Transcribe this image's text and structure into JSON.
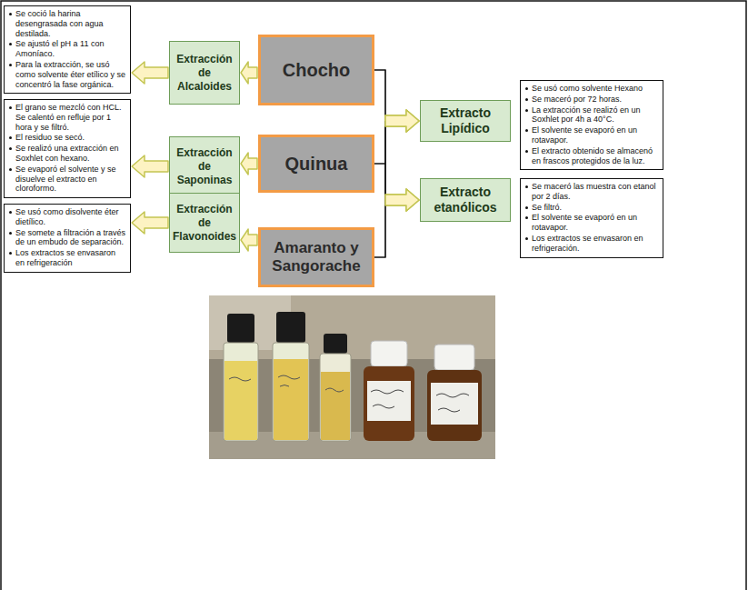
{
  "diagram": {
    "nodes": [
      {
        "text": [
          "Se coció la harina desengrasada con agua destilada.",
          "Se ajustó el pH a 11 con Amoníaco.",
          "Para la extracción, se usó como solvente éter etílico y se concentró la fase orgánica."
        ]
      },
      {
        "text": [
          "Extracción de Alcaloides"
        ]
      },
      {
        "text": [
          "Chocho"
        ]
      },
      {
        "text": [
          "El grano se mezcló con HCL. Se calentó en refluje por 1 hora y se filtró.",
          "El residuo se secó.",
          "Se realizó una extracción en Soxhlet con hexano.",
          "Se evaporó el solvente y se disuelve el extracto en cloroformo."
        ]
      },
      {
        "text": [
          "Extracción de Saponinas"
        ]
      },
      {
        "text": [
          "Quinua"
        ]
      },
      {
        "text": [
          "Se usó como disolvente éter dietílico.",
          "Se somete a filtración a través de un embudo de separación.",
          "Los extractos se envasaron en refrigeración"
        ]
      },
      {
        "text": [
          "Extracción de Flavonoides"
        ]
      },
      {
        "text": [
          "Amaranto y Sangorache"
        ]
      },
      {
        "text": [
          "Extracto Lipídico"
        ]
      },
      {
        "text": [
          "Se usó como solvente Hexano",
          "Se maceró por 72 horas.",
          "La extracción se realizó en un Soxhlet por 4h a 40°C.",
          "El solvente se evaporó en un rotavapor.",
          "El extracto obtenido se almacenó en frascos protegidos de la luz."
        ]
      },
      {
        "text": [
          "Extracto etanólicos"
        ]
      },
      {
        "text": [
          "Se maceró las muestra con etanol por 2 días.",
          "Se filtró.",
          "El solvente se evaporó en un rotavapor.",
          "Los extractos se envasaron en refrigeración."
        ]
      }
    ],
    "edges": [
      {
        "from": 2,
        "to": 1,
        "arrow": "to"
      },
      {
        "from": 1,
        "to": 0,
        "arrow": "to"
      },
      {
        "from": 5,
        "to": 4,
        "arrow": "to"
      },
      {
        "from": 4,
        "to": 3,
        "arrow": "to"
      },
      {
        "from": 8,
        "to": 7,
        "arrow": "to"
      },
      {
        "from": 7,
        "to": 6,
        "arrow": "to"
      },
      {
        "from": 2,
        "to": 9,
        "arrow": "to"
      },
      {
        "from": 2,
        "to": 11,
        "arrow": "to"
      },
      {
        "from": 5,
        "to": 9,
        "arrow": "to"
      },
      {
        "from": 5,
        "to": 11,
        "arrow": "to"
      },
      {
        "from": 8,
        "to": 9,
        "arrow": "to"
      },
      {
        "from": 8,
        "to": 11,
        "arrow": "to"
      }
    ]
  }
}
